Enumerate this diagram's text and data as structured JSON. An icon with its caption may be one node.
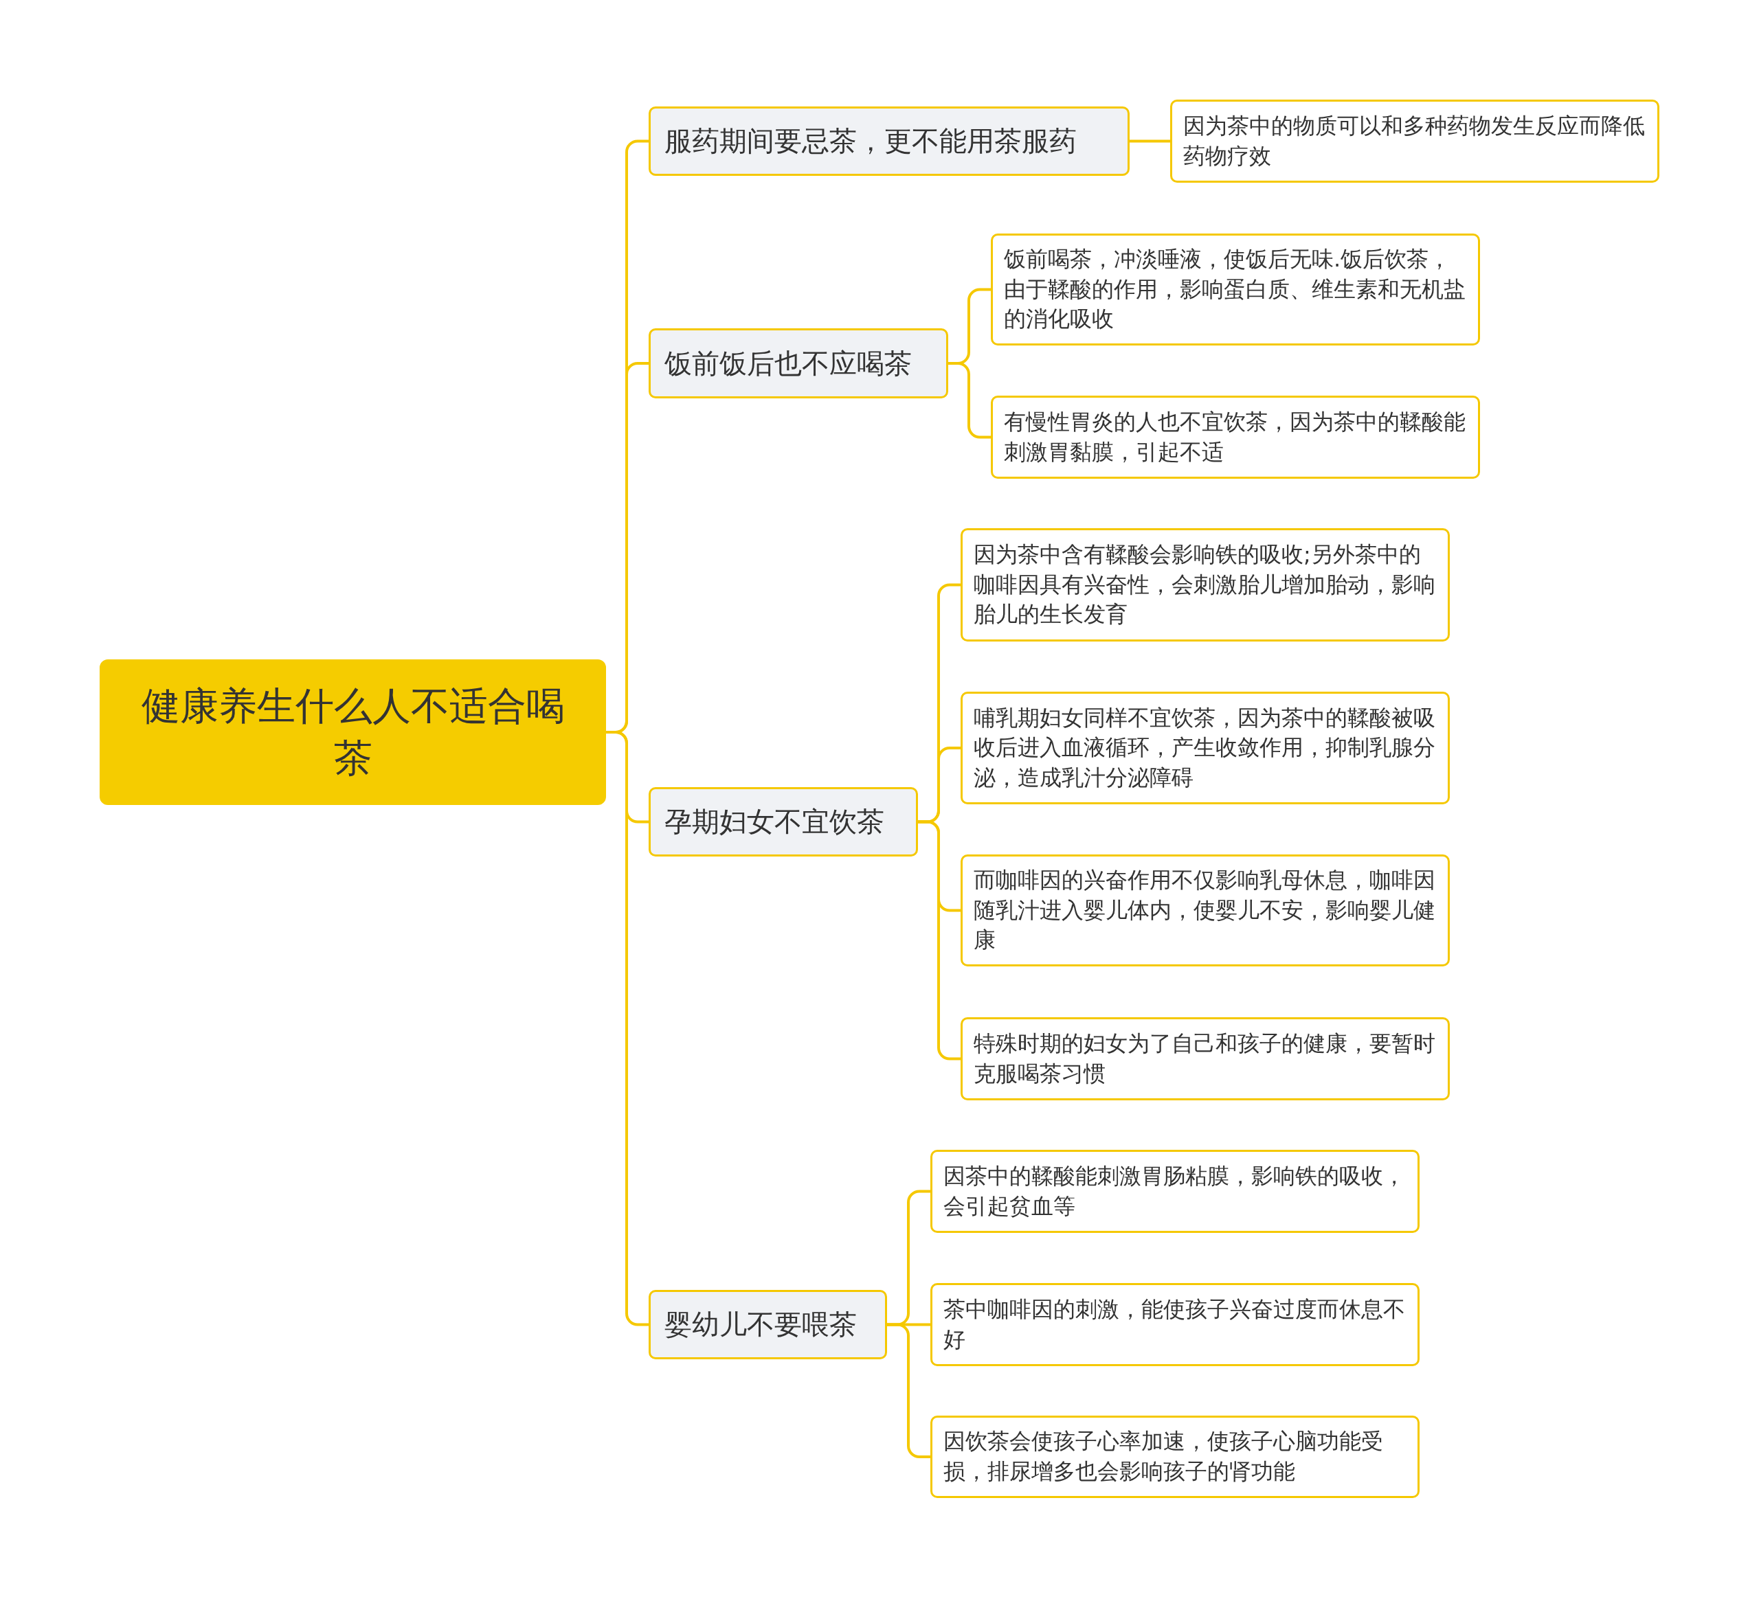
{
  "diagram": {
    "nodes": [
      {
        "text": [
          "健康养生什么人不适合喝茶"
        ]
      },
      {
        "text": [
          "服药期间要忌茶，更不能用茶服药"
        ]
      },
      {
        "text": [
          "因为茶中的物质可以和多种药物发生反应而降低药物疗效"
        ]
      },
      {
        "text": [
          "饭前饭后也不应喝茶"
        ]
      },
      {
        "text": [
          "饭前喝茶，冲淡唾液，使饭后无味.饭后饮茶，由于鞣酸的作用，影响蛋白质、维生素和无机盐的消化吸收"
        ]
      },
      {
        "text": [
          "有慢性胃炎的人也不宜饮茶，因为茶中的鞣酸能刺激胃黏膜，引起不适"
        ]
      },
      {
        "text": [
          "孕期妇女不宜饮茶"
        ]
      },
      {
        "text": [
          "因为茶中含有鞣酸会影响铁的吸收;另外茶中的咖啡因具有兴奋性，会刺激胎儿增加胎动，影响胎儿的生长发育"
        ]
      },
      {
        "text": [
          "哺乳期妇女同样不宜饮茶，因为茶中的鞣酸被吸收后进入血液循环，产生收敛作用，抑制乳腺分泌，造成乳汁分泌障碍"
        ]
      },
      {
        "text": [
          "而咖啡因的兴奋作用不仅影响乳母休息，咖啡因随乳汁进入婴儿体内，使婴儿不安，影响婴儿健康"
        ]
      },
      {
        "text": [
          "特殊时期的妇女为了自己和孩子的健康，要暂时克服喝茶习惯"
        ]
      },
      {
        "text": [
          "婴幼儿不要喂茶"
        ]
      },
      {
        "text": [
          "因茶中的鞣酸能刺激胃肠粘膜，影响铁的吸收，会引起贫血等"
        ]
      },
      {
        "text": [
          "茶中咖啡因的刺激，能使孩子兴奋过度而休息不好"
        ]
      },
      {
        "text": [
          "因饮茶会使孩子心率加速，使孩子心脑功能受损，排尿增多也会影响孩子的肾功能"
        ]
      }
    ],
    "edges": [
      {
        "from": 0,
        "to": 1,
        "arrow": "none"
      },
      {
        "from": 1,
        "to": 2,
        "arrow": "none"
      },
      {
        "from": 0,
        "to": 3,
        "arrow": "none"
      },
      {
        "from": 3,
        "to": 4,
        "arrow": "none"
      },
      {
        "from": 3,
        "to": 5,
        "arrow": "none"
      },
      {
        "from": 0,
        "to": 6,
        "arrow": "none"
      },
      {
        "from": 6,
        "to": 7,
        "arrow": "none"
      },
      {
        "from": 6,
        "to": 8,
        "arrow": "none"
      },
      {
        "from": 6,
        "to": 9,
        "arrow": "none"
      },
      {
        "from": 6,
        "to": 10,
        "arrow": "none"
      },
      {
        "from": 0,
        "to": 11,
        "arrow": "none"
      },
      {
        "from": 11,
        "to": 12,
        "arrow": "none"
      },
      {
        "from": 11,
        "to": 13,
        "arrow": "none"
      },
      {
        "from": 11,
        "to": 14,
        "arrow": "none"
      }
    ]
  }
}
